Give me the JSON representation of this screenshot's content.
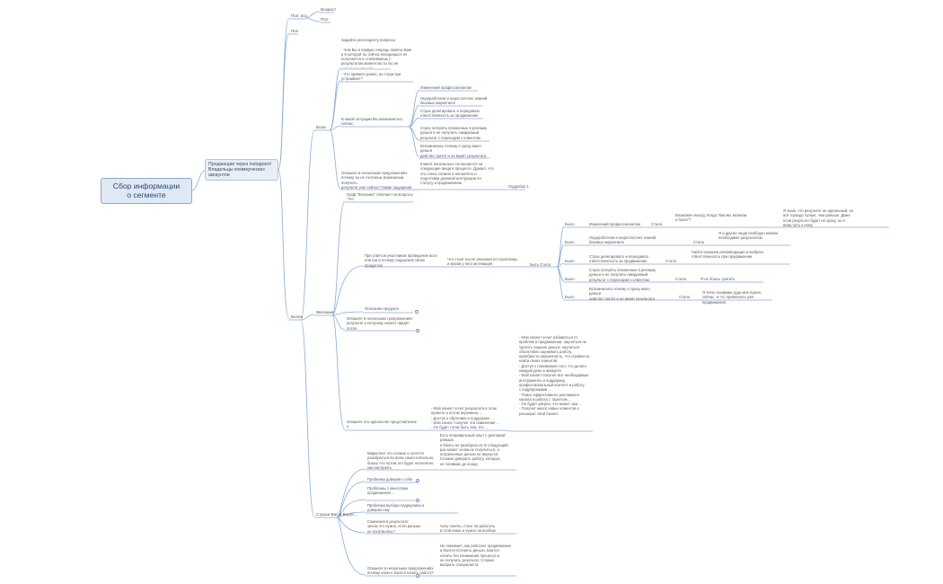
{
  "root": "Сбор информации\nо сегменте",
  "main": "Продающие через instagram/\nВладельцы коммерческих\nаккаунтов",
  "branches": {
    "sex_age": "Пол, воз",
    "sex_age_children": [
      "Возраст",
      "Пол"
    ],
    "pol": "Пол",
    "bol": "Боли",
    "zhelanie": "Желания",
    "strahi": "Страхи Вас в Ворос...",
    "bolee": "Более"
  },
  "bol_items": {
    "q1": "Задайте респонденту вопросы:\n\n- Чем Вы в первую очередь помочь Вам\nи в которой ты сейчас находишься не\nполучается и сталкиваешь с\nрезультатом моментом ты бы не\nхотела меняться?",
    "q2": "- Что привело ранее, на тогда при\nустраивает?",
    "q3": "В какой ситуации Вы оказываетесь сейчас\nко от другие нет проблема от того, что ...",
    "q4": "Опишите в нескольких предложениях\nпочему ты не считаешь возможным получить\nрезультат уже сейчас? Какие ощущения\nиспытываешь?",
    "answers": [
      "Изменений профессионалом",
      "Недоработали и недостаточно знаний\nбазовых маркетинге",
      "Страх делегировать и передавать\nответственность за продвижение",
      "Страх потерять вложенные в рекламу\nденьги и не получить ожидаемый\nрезультат с переходом к клиентам",
      "Вспомнились почему я сразу мало деньги\nдейство тратят и не видят результата"
    ],
    "long_answer": "Клиент изначально соглашается на\nследующие вещи в процессе. Думает, что\nэто очень сложно и непонятно и\nподготовки длинной инструкции по\nстатусу и продвижению",
    "tag": "Подробно 1"
  },
  "zhelanie_items": {
    "q1": "Граф \"Желания\" отвечает на вопросы \"что\nбудет важно?\"",
    "q2": "При ответов участников проведение всех\nили как и почему ощущения своих\nпродуктов",
    "q3": "Описание продукта",
    "q4": "Опишите в нескольких предложениях\nрезультат к которому клиент придёт\nпосле",
    "q5": "Опишите это идеальное представление о\nпродукте",
    "mid1": "Что стоит после решения его проблемы\nи жизни у него мотивация",
    "mid2": "Быть Стало",
    "mid3": "- Мой клиент хочет результата в этом\nпроекте и потом перемены ...\n- Доступ к обучению и поддержке ...\n- Мой клиент получит эти изменения ...\n- Он будет готов быть тем, кто ...",
    "long": "- Мой клиент хочет избавиться от\nпроблем в продвижении, научиться не\nтратить лишние деньги, научиться\nобъективно оценивать работу,\nприобрести уверенность, что справится,\nнайти своих клиентов.\n- Доступ к пониманию того, что делать\nкаждый день в аккаунте.\n- Мой клиент получит все необходимые\nинструменты и поддержку,\nпрофессиональный контент и работу\nс подрядчиками ...\n- Поиск эффективного рекламного\nканала и работа с таргетом ...\n- Он будет уверен, что может сам ...\n- Получит много новых клиентов и\nрасширит свой бизнес",
    "byt_rows": [
      {
        "byt": "Было",
        "left": "Изменений профессионалом",
        "stalo": "Стало",
        "right": "Возможен выход. Когда \"Как мы звонили\nи были\"?"
      },
      {
        "byt": "Было",
        "left": "Недоработали и недостаточно знаний\nбазовых маркетинге",
        "stalo": "Стало",
        "right": "Я и другие люди свободно можем\nнеобходимо результатом"
      },
      {
        "byt": "Было",
        "left": "Страх делегировать и передавать\nответственность за продвижение",
        "stalo": "Стало",
        "right": "Найти хорошие рекомендации и выбрать\nответственность при продвижении"
      },
      {
        "byt": "Было",
        "left": "Страх потерять вложенные в рекламу\nденьги и не получить ожидаемый\nрезультат с переходом к клиентам",
        "stalo": "Стало",
        "right": "Я не боюсь тратить"
      },
      {
        "byt": "Было",
        "left": "Вспомнились почему я сразу мало деньги\nдейство тратят и не видят результата",
        "stalo": "Стало",
        "right": "Я четко понимаю куда мне нужно\nсейчас, и что привлекать уже\nпродвижения"
      }
    ],
    "far_right": "Я знаю, что результат не идеальный, но\nвсё гораздо лучше, чем раньше. Даже\nесли результат будет не сразу, но я\nвижу путь к нему"
  },
  "strahi_items": {
    "q1": "Маркетинг это сложно и хочется\nразобраться во всём самостоятельно,\nбоюсь что потом это будет непонятно\nкак настроить",
    "a1": "Есть неправильный опыт с рекламой раньше,\nи боюсь не разобраться. В следующий\nраз может снова не получиться, а\nпотраченные деньги не вернутся.\nСложно доверить работу, которую\nне понимаю до конца",
    "q2": "Проблема доверия к себе",
    "q3": "Проблемы с качеством\nпродвижения ...",
    "q4": "Проблема выбора подрядчика и\nдоверия ему",
    "q5": "Сомнения в результате:\nзачем это нужно, если раньше\nне получалось?",
    "a5": "Хочу понять, стоит ли работать\nв этой нише и нужно ли вообще",
    "q6": "Опишите в нескольких предложениях\nпочему клиент боится начать работу?",
    "a6": "Не понимает, как работает продвижение\nи боится потерять деньги. Боится\nначать без понимания процесса и\nне получить результат. Сложно\nвыбрать специалиста"
  },
  "colors": {
    "line": "#8aaad6",
    "node_fill": "#dfe9f5",
    "node_border": "#8fa8c6",
    "text": "#5a5a5a"
  }
}
